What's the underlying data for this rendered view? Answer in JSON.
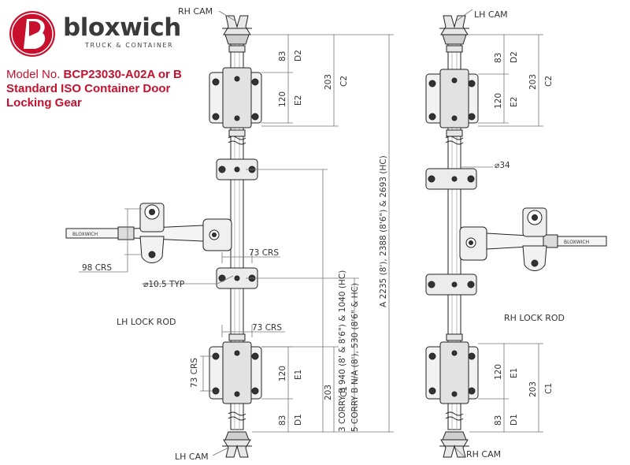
{
  "brand": {
    "name": "bloxwich",
    "tagline": "TRUCK & CONTAINER",
    "colors": {
      "red": "#c8102e",
      "dark": "#3a3a3a"
    }
  },
  "model": {
    "prefix": "Model No.",
    "code": "BCP23030-A02A or B",
    "line2": "Standard ISO Container Door",
    "line3": "Locking Gear"
  },
  "left_assembly": {
    "top_label": "RH CAM",
    "bottom_label": "LH CAM",
    "rod_label": "LH LOCK ROD",
    "dims": {
      "d2": "83",
      "d2_code": "D2",
      "e2": "120",
      "e2_code": "E2",
      "c2": "203",
      "c2_code": "C2",
      "e1": "120",
      "e1_code": "E1",
      "c1": "203",
      "c1_code": "C1",
      "d1": "83",
      "d1_code": "D1",
      "crs_73_mid": "73 CRS",
      "crs_73_low": "73 CRS",
      "crs_73_side": "73 CRS",
      "crs_98": "98 CRS",
      "hole": "10.5 TYP",
      "overall_a": "A 2235 (8'), 2388 (8'6\") & 2693 (HC)",
      "corry_b3": "3 CORRY B 940 (8' & 8'6\") & 1040 (HC)",
      "corry_b5": "5 CORRY B N/A (8'), 530 (8'6\" & HC)"
    }
  },
  "right_assembly": {
    "top_label": "LH CAM",
    "bottom_label": "RH CAM",
    "rod_label": "RH LOCK ROD",
    "dims": {
      "d2": "83",
      "d2_code": "D2",
      "e2": "120",
      "e2_code": "E2",
      "c2": "203",
      "c2_code": "C2",
      "e1": "120",
      "e1_code": "E1",
      "c1": "203",
      "c1_code": "C1",
      "d1": "83",
      "d1_code": "D1",
      "dia": "34"
    }
  },
  "handle_text": "BLOXWICH"
}
